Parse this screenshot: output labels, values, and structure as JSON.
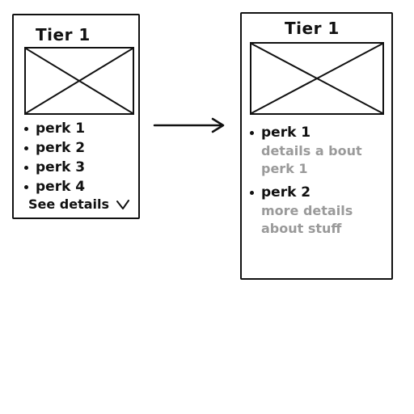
{
  "left_card": {
    "title": "Tier 1",
    "perks": [
      "perk 1",
      "perk 2",
      "perk 3",
      "perk 4"
    ],
    "see_details_label": "See details",
    "see_details_icon": "chevron-down-icon"
  },
  "right_card": {
    "title": "Tier 1",
    "perks": [
      {
        "label": "perk 1",
        "details_line1": "details a bout",
        "details_line2": "perk 1"
      },
      {
        "label": "perk 2",
        "details_line1": "more details",
        "details_line2": "about stuff"
      }
    ]
  },
  "colors": {
    "ink": "#111111",
    "muted_text": "#9a9a9a",
    "background": "#ffffff"
  },
  "icons": {
    "placeholder": "image-placeholder-icon",
    "arrow": "arrow-right-icon"
  }
}
